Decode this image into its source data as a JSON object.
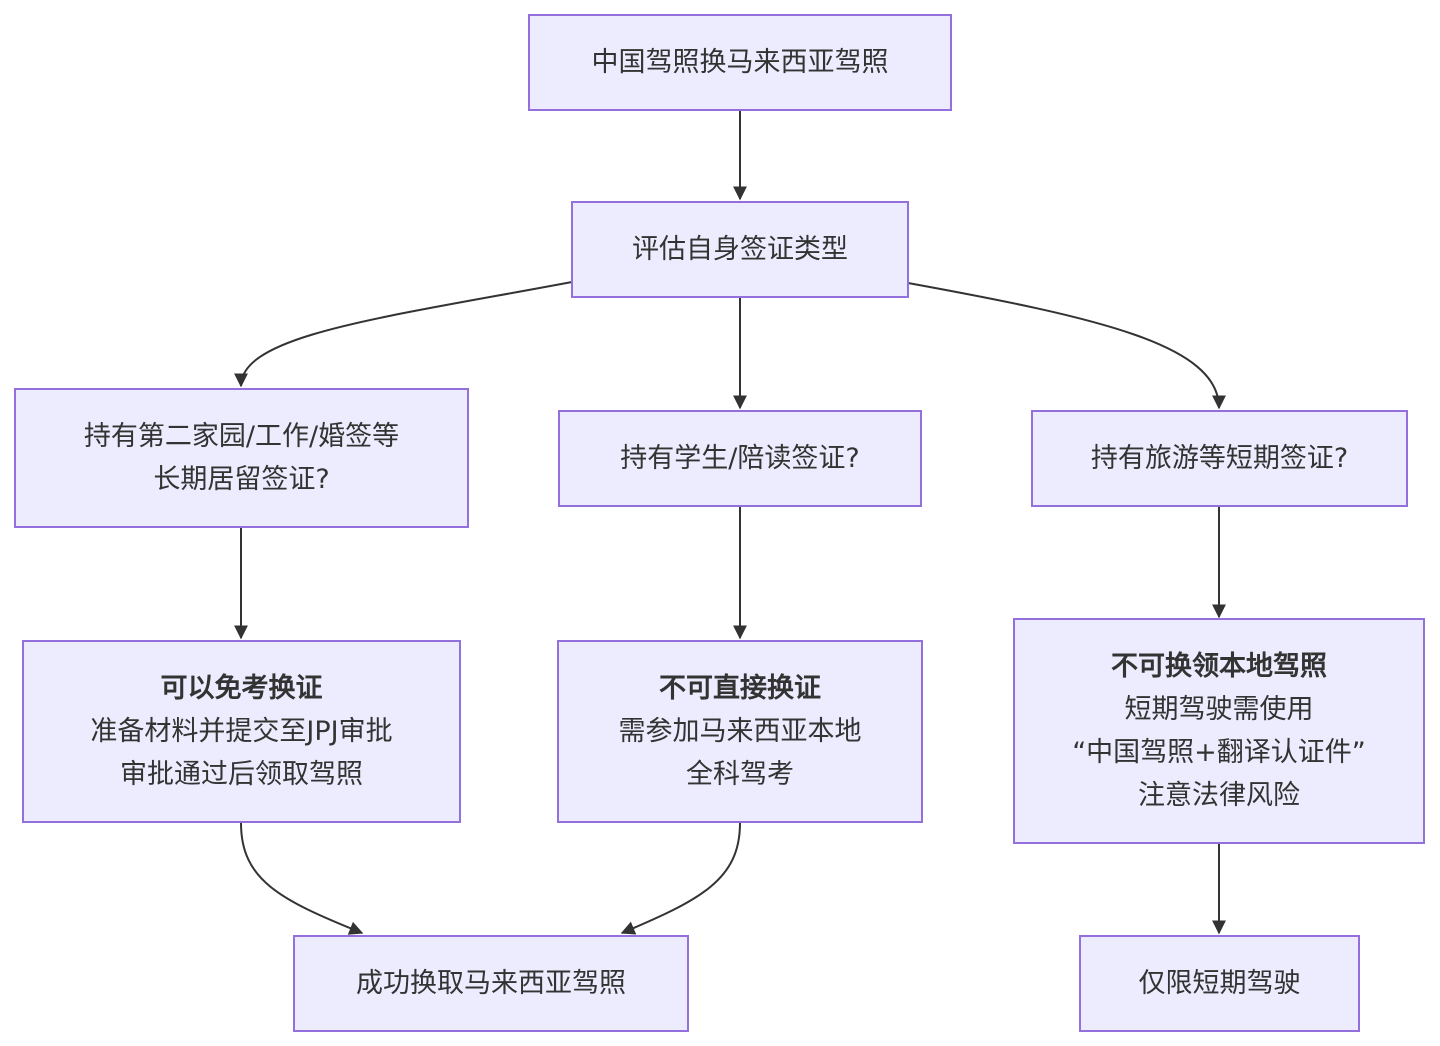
{
  "nodes": {
    "start": {
      "text": "中国驾照换马来西亚驾照"
    },
    "assess": {
      "text": "评估自身签证类型"
    },
    "long_term": {
      "lines": [
        "持有第二家园/工作/婚签等",
        "长期居留签证?"
      ]
    },
    "student": {
      "text": "持有学生/陪读签证?"
    },
    "short_term": {
      "text": "持有旅游等短期签证?"
    },
    "exempt": {
      "title": "可以免考换证",
      "lines": [
        "准备材料并提交至JPJ审批",
        "审批通过后领取驾照"
      ]
    },
    "no_direct": {
      "title": "不可直接换证",
      "lines": [
        "需参加马来西亚本地",
        "全科驾考"
      ]
    },
    "no_local": {
      "title": "不可换领本地驾照",
      "lines": [
        "短期驾驶需使用",
        "“中国驾照+翻译认证件”",
        "注意法律风险"
      ]
    },
    "success": {
      "text": "成功换取马来西亚驾照"
    },
    "short_drive": {
      "text": "仅限短期驾驶"
    }
  },
  "colors": {
    "node_fill": "#ececfe",
    "node_border": "#9370db",
    "edge": "#333333",
    "text": "#333333"
  }
}
